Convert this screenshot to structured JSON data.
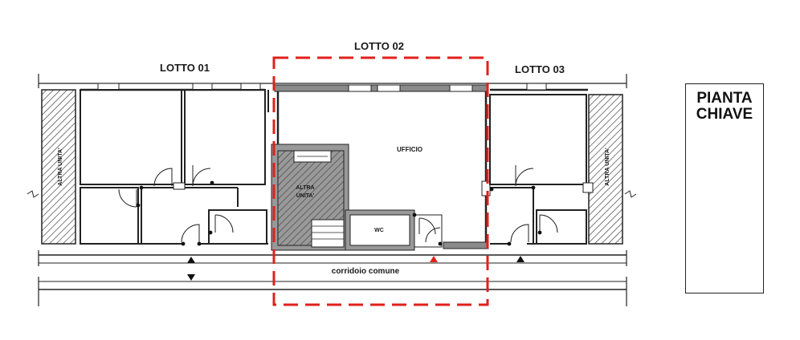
{
  "labels": {
    "lotto_01": "LOTTO 01",
    "lotto_02": "LOTTO 02",
    "lotto_03": "LOTTO 03",
    "ufficio": "UFFICIO",
    "altra_unita": "ALTRA UNITA'",
    "altra_unita_line1": "ALTRA",
    "altra_unita_line2": "UNITA'",
    "wc": "WC",
    "corridoio": "corridoio comune"
  },
  "key_plan": {
    "line1": "PIANTA",
    "line2": "CHIAVE"
  },
  "colors": {
    "highlight_red": "#e0201b",
    "wall_grey": "#8a8a8a",
    "line_dark": "#222222"
  }
}
